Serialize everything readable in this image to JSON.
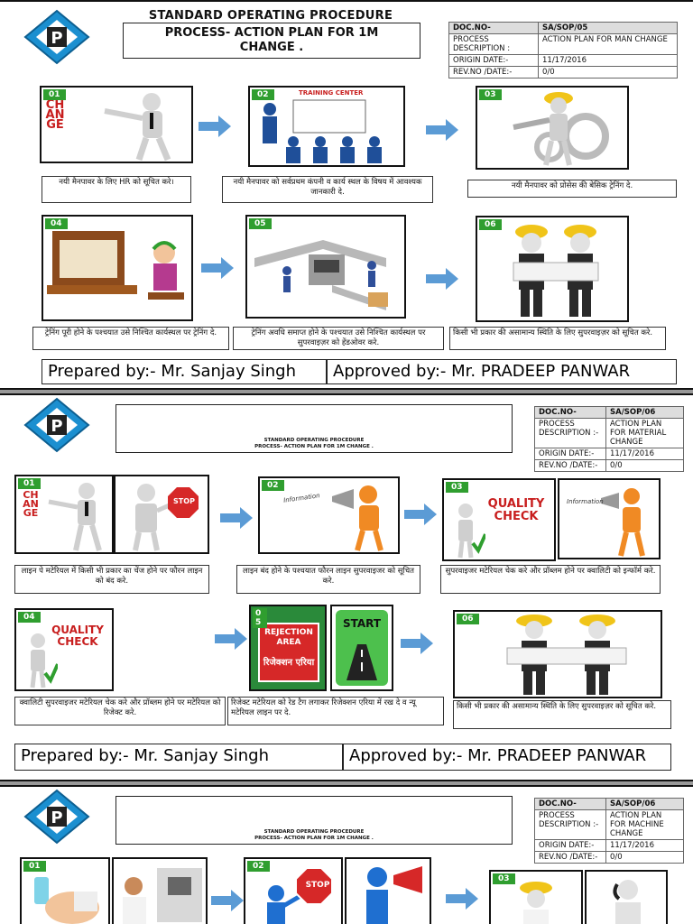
{
  "sop1": {
    "title_line1": "STANDARD OPERATING PROCEDURE",
    "title_line2": "PROCESS- ACTION PLAN FOR 1M CHANGE .",
    "doc": {
      "h_label": "DOC.NO-",
      "h_value": "SA/SOP/05",
      "desc_label": "PROCESS DESCRIPTION :",
      "desc_value": "ACTION PLAN FOR MAN CHANGE",
      "origin_label": "ORIGIN DATE:-",
      "origin_value": "11/17/2016",
      "rev_label": "REV.NO /DATE:-",
      "rev_value": "0/0"
    },
    "steps": [
      {
        "num": "01",
        "image_text": "CHANGE",
        "caption": "नयी मैनपावर के लिए HR को सूचित करे।"
      },
      {
        "num": "02",
        "image_text": "TRAINING CENTER",
        "caption": "नयी मैनपावर को सर्वप्रथम कंपनी व कार्य स्थल के विषय में आवश्यक जानकारी दे."
      },
      {
        "num": "03",
        "caption": "नयी मैनपावर को प्रोसेस की बेसिक ट्रेनिंग दे."
      },
      {
        "num": "04",
        "caption": "ट्रेनिंग पूरी होने के पश्चयात उसे निश्चित कार्यस्थल पर ट्रेनिंग दे."
      },
      {
        "num": "05",
        "caption": "ट्रेनिंग अवधि समाप्त होने के पश्चयात उसे निश्चित कार्यस्थल पर सुपरवाइज़र को हेंडओवर करे."
      },
      {
        "num": "06",
        "caption": "किसी भी प्रकार की असामान्य स्थिति के लिए सुपरवाइज़र को सूचित करे."
      }
    ],
    "prepared": "Prepared by:- Mr. Sanjay Singh",
    "approved": "Approved by:- Mr. PRADEEP PANWAR"
  },
  "sop2": {
    "title_line1": "STANDARD OPERATING PROCEDURE",
    "title_line2": "PROCESS- ACTION PLAN FOR 1M CHANGE .",
    "doc": {
      "h_label": "DOC.NO-",
      "h_value": "SA/SOP/06",
      "desc_label": "PROCESS DESCRIPTION :-",
      "desc_value": "ACTION PLAN FOR MATERIAL CHANGE",
      "origin_label": "ORIGIN DATE:-",
      "origin_value": "11/17/2016",
      "rev_label": "REV.NO /DATE:-",
      "rev_value": "0/0"
    },
    "steps": [
      {
        "num": "01",
        "image_text": "CHANGE",
        "image_text2": "STOP",
        "caption": "लाइन पे मटेरियल में किसी भी प्रकार का चेंज होने पर फौरन लाइन को बंद करे."
      },
      {
        "num": "02",
        "image_text": "Information",
        "caption": "लाइन बंद होने के पश्चयात फौरन लाइन सुपरवाइजर को सूचित करे."
      },
      {
        "num": "03",
        "image_text": "QUALITY CHECK",
        "caption": "सुपरवाइजर मटेरियल चेक करे और प्रॉब्लम होने पर क्वालिटी को इन्फॉर्म करे."
      },
      {
        "num": "04",
        "image_text": "QUALITY CHECK",
        "caption": "क्वालिटी सुपरवाइजर मटेरियल चेक करे और प्रॉब्लम होने पर मटेरियल को रिजेक्ट करे."
      },
      {
        "num": "05",
        "image_text": "REJECTION AREA",
        "image_text_b": "रिजेक्शन एरिया",
        "image_text2": "START",
        "caption": "रिजेक्ट मटेरियल को रेड टैग लगाकर रिजेक्शन एरिया में रख दे व न्यू मटेरियल लाइन पर दे."
      },
      {
        "num": "06",
        "caption": "किसी भी प्रकार की असामान्य स्थिति के लिए सुपरवाइज़र को सूचित करे."
      }
    ],
    "prepared": "Prepared by:- Mr. Sanjay Singh",
    "approved": "Approved by:- Mr. PRADEEP PANWAR"
  },
  "sop3": {
    "title_line1": "STANDARD OPERATING PROCEDURE",
    "title_line2": "PROCESS- ACTION PLAN FOR 1M CHANGE .",
    "doc": {
      "h_label": "DOC.NO-",
      "h_value": "SA/SOP/06",
      "desc_label": "PROCESS DESCRIPTION :-",
      "desc_value": "ACTION PLAN FOR MACHINE CHANGE",
      "origin_label": "ORIGIN DATE:-",
      "origin_value": "11/17/2016",
      "rev_label": "REV.NO /DATE:-",
      "rev_value": "0/0"
    },
    "steps": [
      {
        "num": "01"
      },
      {
        "num": "02",
        "image_text": "STOP"
      },
      {
        "num": "03"
      }
    ]
  },
  "colors": {
    "badge": "#2f9e2f",
    "arrow": "#5b9bd5",
    "logo": "#1b8fd0"
  }
}
